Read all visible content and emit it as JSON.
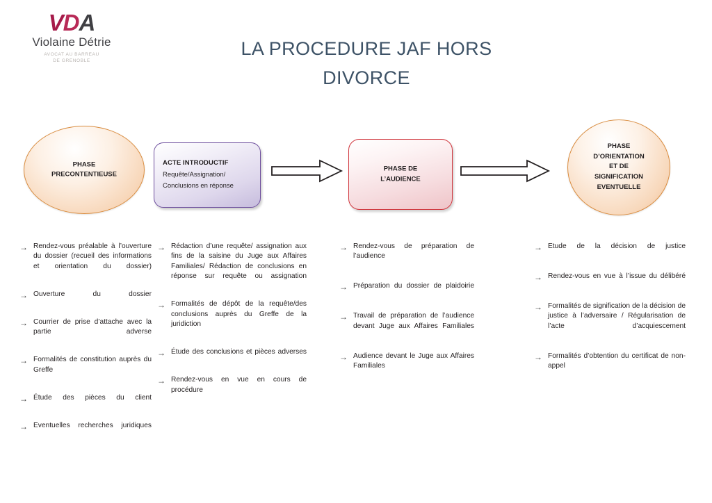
{
  "logo": {
    "mark_v": "V",
    "mark_d": "D",
    "mark_a": "A",
    "name": "Violaine Détrie",
    "subtitle_line1": "AVOCAT AU BARREAU",
    "subtitle_line2": "DE GRENOBLE",
    "colors": {
      "magenta": "#a61b4a",
      "dark": "#3f3f43",
      "muted": "#b9b4b1"
    }
  },
  "title": {
    "line1": "LA PROCEDURE JAF HORS",
    "line2": "DIVORCE",
    "color": "#3d5266"
  },
  "flow": {
    "steps": [
      {
        "id": "phase-precontentieuse",
        "shape": "ellipse",
        "accent": "#d98c3f",
        "lines": [
          "PHASE",
          "PRECONTENTIEUSE"
        ]
      },
      {
        "id": "acte-introductif",
        "shape": "rounded-rect",
        "accent": "#6e4f9e",
        "lines": [
          "ACTE INTRODUCTIF",
          "Requête/Assignation/",
          "Conclusions en réponse"
        ]
      },
      {
        "id": "phase-audience",
        "shape": "rounded-rect",
        "accent": "#d0353c",
        "lines": [
          "PHASE DE",
          "L’AUDIENCE"
        ]
      },
      {
        "id": "phase-orientation",
        "shape": "circle",
        "accent": "#d98c3f",
        "lines": [
          "PHASE",
          "D’ORIENTATION",
          "ET DE",
          "SIGNIFICATION",
          "EVENTUELLE"
        ]
      }
    ],
    "arrows": [
      {
        "id": "arrow-1",
        "direction": "right",
        "style": "hollow-block"
      },
      {
        "id": "arrow-2",
        "direction": "right",
        "style": "hollow-block"
      }
    ]
  },
  "columns": [
    {
      "id": "col-1",
      "bullet": "→",
      "items": [
        "Rendez-vous préalable à l’ouverture du dossier (recueil des informations et orientation du dossier)",
        "Ouverture du dossier",
        "Courrier de prise d’attache avec la partie adverse",
        "Formalités de constitution auprès du Greffe",
        "Étude des pièces du client",
        "Eventuelles recherches juridiques"
      ]
    },
    {
      "id": "col-2",
      "bullet": "→",
      "items": [
        "Rédaction d’une requête/ assignation aux fins de la saisine du Juge aux Affaires Familiales/ Rédaction de conclusions en réponse sur requête ou assignation",
        "Formalités de dépôt de la requête/des conclusions auprès du Greffe de la juridiction",
        "Étude des conclusions et pièces adverses",
        "Rendez-vous en vue en cours de procédure"
      ]
    },
    {
      "id": "col-3",
      "bullet": "→",
      "items": [
        "Rendez-vous de préparation de l’audience",
        "Préparation du dossier de plaidoirie",
        "Travail de préparation de l’audience devant Juge aux Affaires Familiales",
        "Audience devant le Juge aux Affaires Familiales"
      ]
    },
    {
      "id": "col-4",
      "bullet": "→",
      "items": [
        "Etude de la décision de justice",
        "Rendez-vous en vue à l’issue du délibéré",
        "Formalités de signification de la décision de justice à l’adversaire / Régularisation de l’acte d’acquiescement",
        "Formalités d’obtention du certificat de non-appel"
      ]
    }
  ]
}
